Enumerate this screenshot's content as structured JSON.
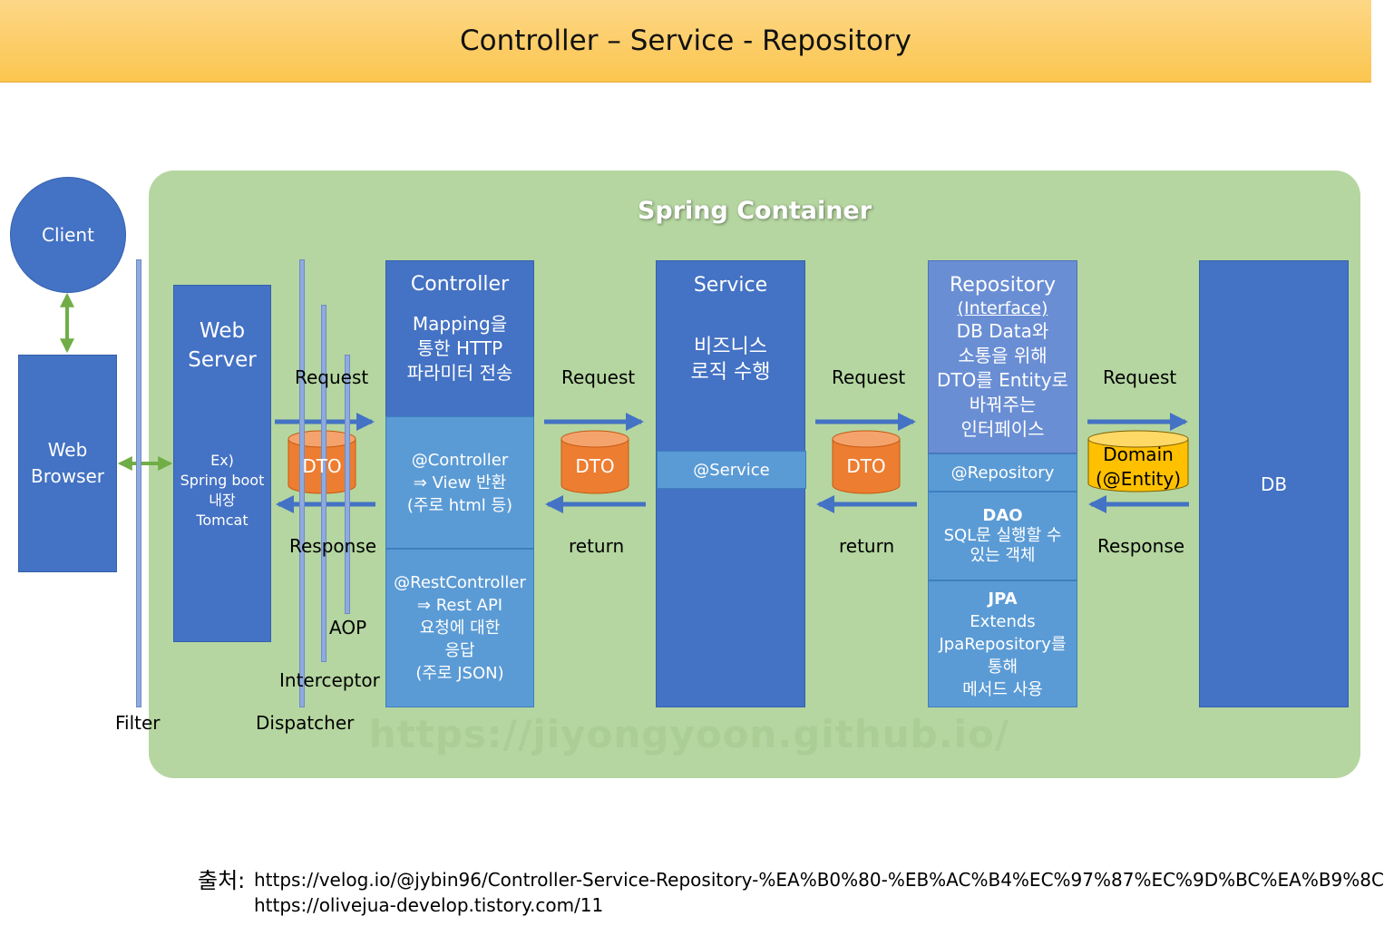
{
  "title": "Controller – Service - Repository",
  "container_label": "Spring Container",
  "watermark": "https://jiyongyoon.github.io/",
  "client": "Client",
  "web_browser": [
    "Web",
    "Browser"
  ],
  "web_server": {
    "title": [
      "Web",
      "Server"
    ],
    "desc": [
      "Ex)",
      "Spring boot",
      "내장",
      "Tomcat"
    ]
  },
  "filters": {
    "filter": "Filter",
    "dispatcher": "Dispatcher",
    "interceptor": "Interceptor",
    "aop": "AOP"
  },
  "flows": {
    "web_to_controller": {
      "request": "Request",
      "dto": "DTO",
      "response": "Response"
    },
    "controller_to_service": {
      "request": "Request",
      "dto": "DTO",
      "response": "return"
    },
    "service_to_repository": {
      "request": "Request",
      "dto": "DTO",
      "response": "return"
    },
    "repository_to_db": {
      "request": "Request",
      "domain": [
        "Domain",
        "(@Entity)"
      ],
      "response": "Response"
    }
  },
  "controller": {
    "title": "Controller",
    "desc": [
      "Mapping을",
      "통한 HTTP",
      "파라미터 전송"
    ],
    "controller_ann": [
      "@Controller",
      "⇒ View 반환",
      "(주로 html 등)"
    ],
    "rest_ann": [
      "@RestController",
      "⇒ Rest API",
      "요청에 대한",
      "응답",
      "(주로 JSON)"
    ]
  },
  "service": {
    "title": "Service",
    "desc": [
      "비즈니스",
      "로직 수행"
    ],
    "annotation": "@Service"
  },
  "repository": {
    "title": "Repository",
    "subtitle": "(Interface)",
    "desc": [
      "DB Data와",
      "소통을 위해",
      "DTO를 Entity로",
      "바꿔주는",
      "인터페이스"
    ],
    "annotation": "@Repository",
    "dao_title": "DAO",
    "dao_desc": [
      "SQL문 실행할 수",
      "있는 객체"
    ],
    "jpa_title": "JPA",
    "jpa_desc": [
      "Extends",
      "JpaRepository를",
      "통해",
      "메서드 사용"
    ]
  },
  "db": "DB",
  "source": {
    "label": "출처:",
    "urls": [
      "https://velog.io/@jybin96/Controller-Service-Repository-%EA%B0%80-%EB%AC%B4%EC%97%87%EC%9D%BC%EA%B9%8C",
      "https://olivejua-develop.tistory.com/11"
    ]
  },
  "colors": {
    "banner": "#fcc64f",
    "container": "#b5d6a0",
    "box_blue": "#4472c4",
    "box_light_blue": "#5b9bd5",
    "filter_bar": "#8faadc",
    "dto_cylinder": "#ed7d31",
    "domain_cylinder": "#ffc000",
    "arrow": "#4472c4",
    "double_arrow": "#70ad47"
  }
}
